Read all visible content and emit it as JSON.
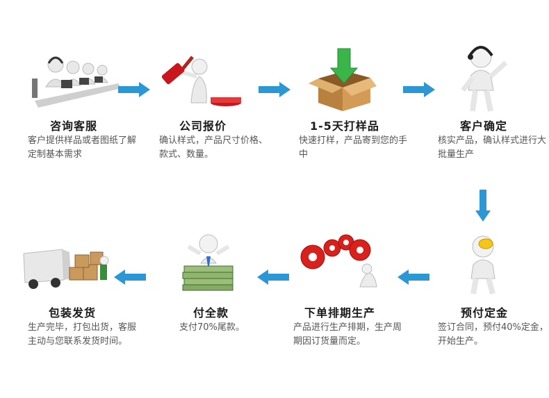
{
  "colors": {
    "arrow": "#2b97d4",
    "title": "#1a1a1a",
    "desc": "#555555"
  },
  "steps": [
    {
      "title": "咨询客服",
      "desc": "客户提供样品或者图纸了解定制基本需求",
      "icon": "customer-service-icon"
    },
    {
      "title": "公司报价",
      "desc": "确认样式，产品尺寸价格、款式、数量。",
      "icon": "gavel-icon"
    },
    {
      "title": "1-5天打样品",
      "desc": "快速打样，产品寄到您的手中",
      "icon": "box-icon"
    },
    {
      "title": "客户确定",
      "desc": "核实产品，确认样式进行大批量生产",
      "icon": "headset-person-icon"
    },
    {
      "title": "预付定金",
      "desc": "签订合同，预付40%定金，开始生产。",
      "icon": "coin-person-icon"
    },
    {
      "title": "下单排期生产",
      "desc": "产品进行生产排期，生产周期因订货量而定。",
      "icon": "gears-icon"
    },
    {
      "title": "付全款",
      "desc": "支付70%尾款。",
      "icon": "money-stack-icon"
    },
    {
      "title": "包装发货",
      "desc": "生产完毕，打包出货，客服主动与您联系发货时间。",
      "icon": "delivery-truck-icon"
    }
  ]
}
